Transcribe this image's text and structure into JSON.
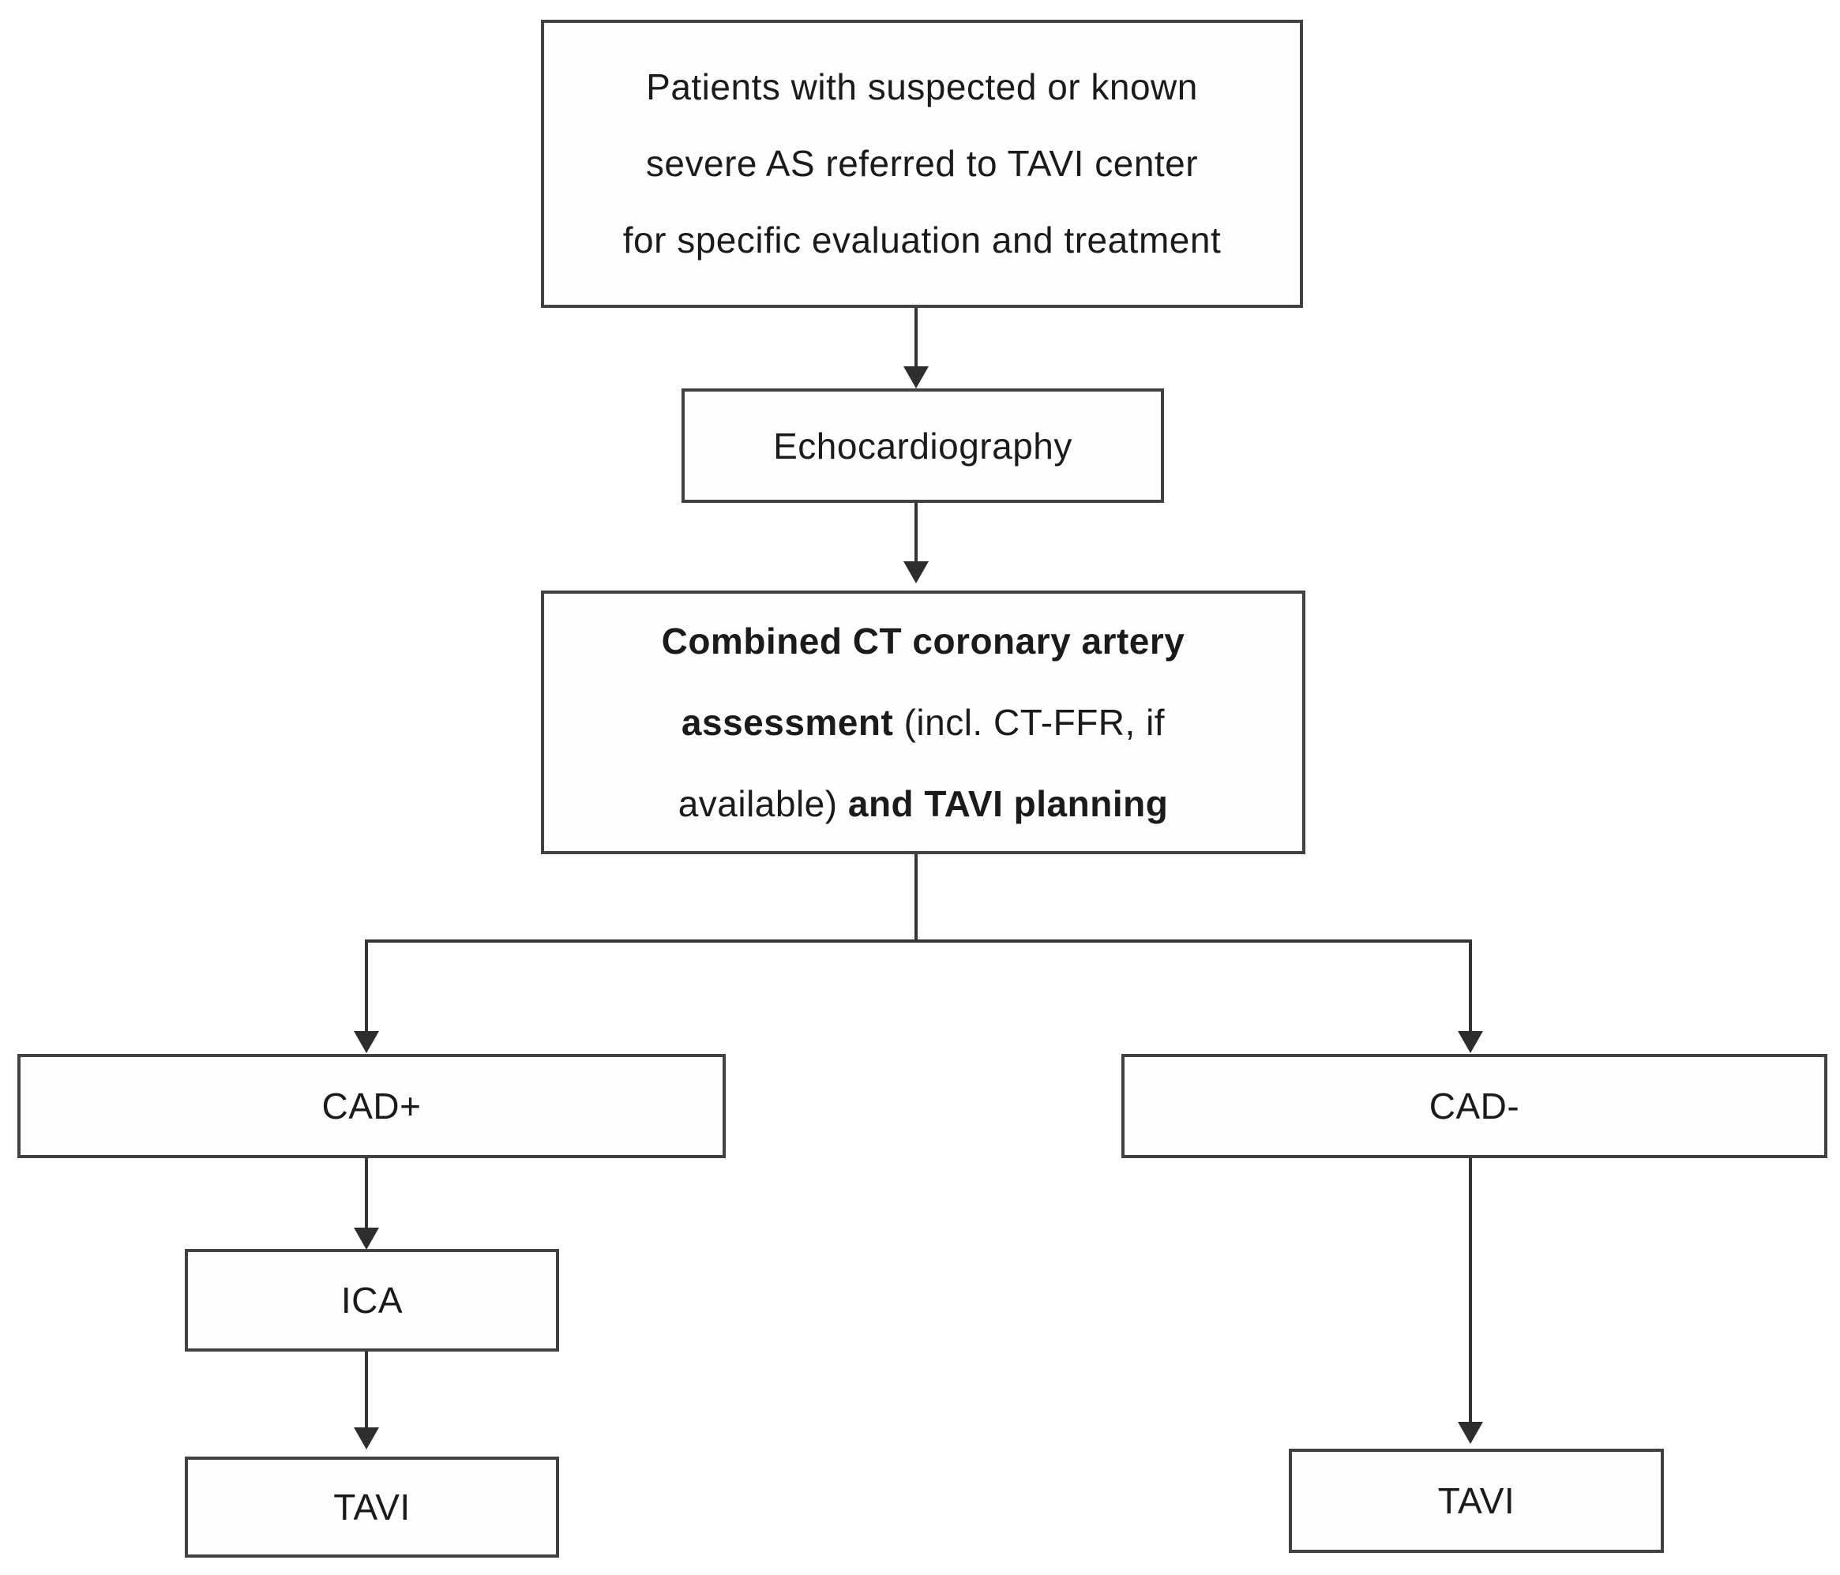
{
  "meta": {
    "diagram_type": "flowchart",
    "background_color": "#ffffff",
    "box_border_color": "#414141",
    "connector_color": "#333333",
    "text_color": "#1b1b1b"
  },
  "nodes": {
    "patients": {
      "line1": "Patients with suspected or known",
      "line2": "severe AS referred to TAVI center",
      "line3": "for specific evaluation and treatment"
    },
    "echocardiography": {
      "label": "Echocardiography"
    },
    "ct_assessment": {
      "line1_bold": "Combined CT coronary artery",
      "line2_bold": "assessment",
      "line2_regular": " (incl. CT-FFR, if",
      "line3_regular": "available) ",
      "line3_bold": "and TAVI planning"
    },
    "cad_positive": {
      "label": "CAD+"
    },
    "cad_negative": {
      "label": "CAD-"
    },
    "ica": {
      "label": "ICA"
    },
    "tavi_left": {
      "label": "TAVI"
    },
    "tavi_right": {
      "label": "TAVI"
    }
  }
}
